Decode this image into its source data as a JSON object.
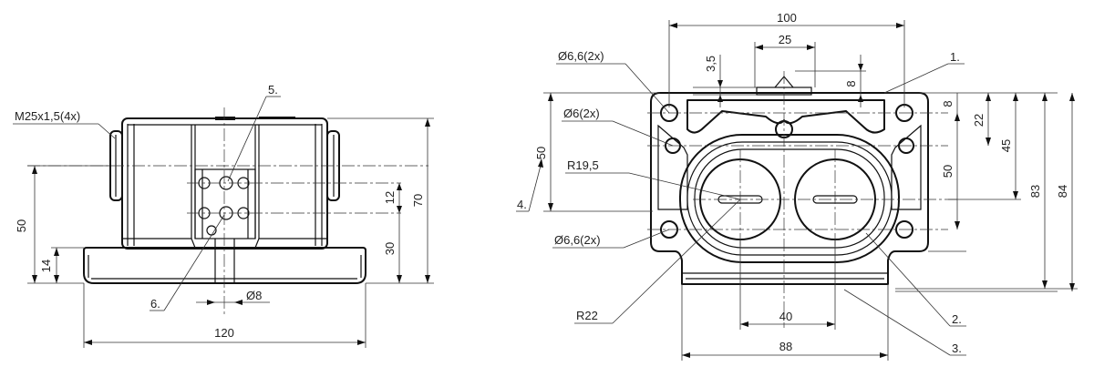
{
  "left_view": {
    "dims": {
      "thread": "M25x1,5(4x)",
      "height_50": "50",
      "height_14": "14",
      "pitch_12": "12",
      "height_30": "30",
      "height_70": "70",
      "hole_d8": "Ø8",
      "width_120": "120"
    },
    "callouts": {
      "c5": "5.",
      "c6": "6."
    }
  },
  "right_view": {
    "dims": {
      "width_100": "100",
      "width_25": "25",
      "dim_3_5": "3,5",
      "dim_8_top": "8",
      "dim_8_right": "8",
      "dim_22": "22",
      "dim_45": "45",
      "dim_50": "50",
      "dim_83": "83",
      "dim_84": "84",
      "dim_50_left": "50",
      "hole_top": "Ø6,6(2x)",
      "hole_mid": "Ø6(2x)",
      "hole_bottom": "Ø6,6(2x)",
      "radius_19_5": "R19,5",
      "radius_22": "R22",
      "width_40": "40",
      "width_88": "88"
    },
    "callouts": {
      "c1": "1.",
      "c2": "2.",
      "c3": "3.",
      "c4": "4."
    }
  }
}
